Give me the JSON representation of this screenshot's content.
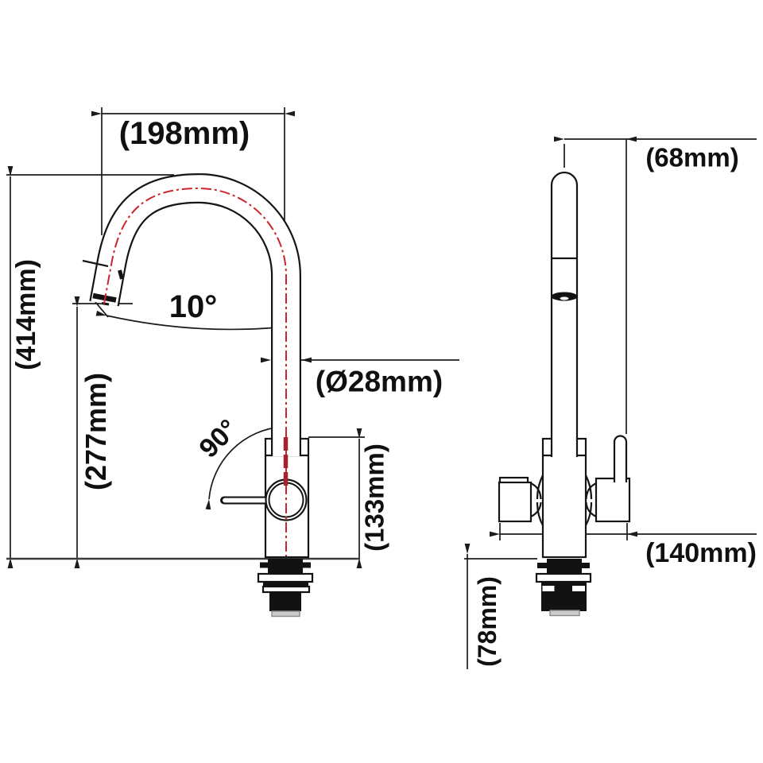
{
  "drawing": {
    "type": "technical-dimension-drawing",
    "subject": "kitchen mixer tap, side and front views",
    "colors": {
      "line": "#1b1b1b",
      "centerline_red": "#cb262d",
      "background": "#ffffff"
    }
  },
  "dims": {
    "spout_reach": "(198mm)",
    "overall_height": "(414mm)",
    "outlet_height": "(277mm)",
    "spout_angle": "10°",
    "spout_diameter": "(Ø28mm)",
    "handle_swing": "90°",
    "body_height": "(133mm)",
    "handle_offset": "(68mm)",
    "body_width": "(140mm)",
    "shank_depth": "(78mm)"
  }
}
